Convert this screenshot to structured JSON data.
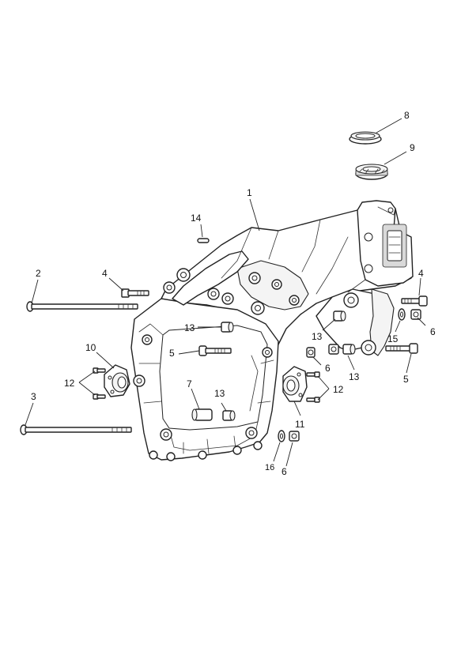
{
  "diagram": {
    "callouts": [
      {
        "id": "c1",
        "label": "1"
      },
      {
        "id": "c2",
        "label": "2"
      },
      {
        "id": "c3",
        "label": "3"
      },
      {
        "id": "c4a",
        "label": "4"
      },
      {
        "id": "c4b",
        "label": "4"
      },
      {
        "id": "c5a",
        "label": "5"
      },
      {
        "id": "c5b",
        "label": "5"
      },
      {
        "id": "c6a",
        "label": "6"
      },
      {
        "id": "c6b",
        "label": "6"
      },
      {
        "id": "c6c",
        "label": "6"
      },
      {
        "id": "c7",
        "label": "7"
      },
      {
        "id": "c8",
        "label": "8"
      },
      {
        "id": "c9",
        "label": "9"
      },
      {
        "id": "c10",
        "label": "10"
      },
      {
        "id": "c11",
        "label": "11"
      },
      {
        "id": "c12a",
        "label": "12"
      },
      {
        "id": "c12b",
        "label": "12"
      },
      {
        "id": "c13a",
        "label": "13"
      },
      {
        "id": "c13b",
        "label": "13"
      },
      {
        "id": "c13c",
        "label": "13"
      },
      {
        "id": "c13d",
        "label": "13"
      },
      {
        "id": "c14",
        "label": "14"
      },
      {
        "id": "c15",
        "label": "15"
      },
      {
        "id": "c16",
        "label": "16"
      }
    ]
  }
}
